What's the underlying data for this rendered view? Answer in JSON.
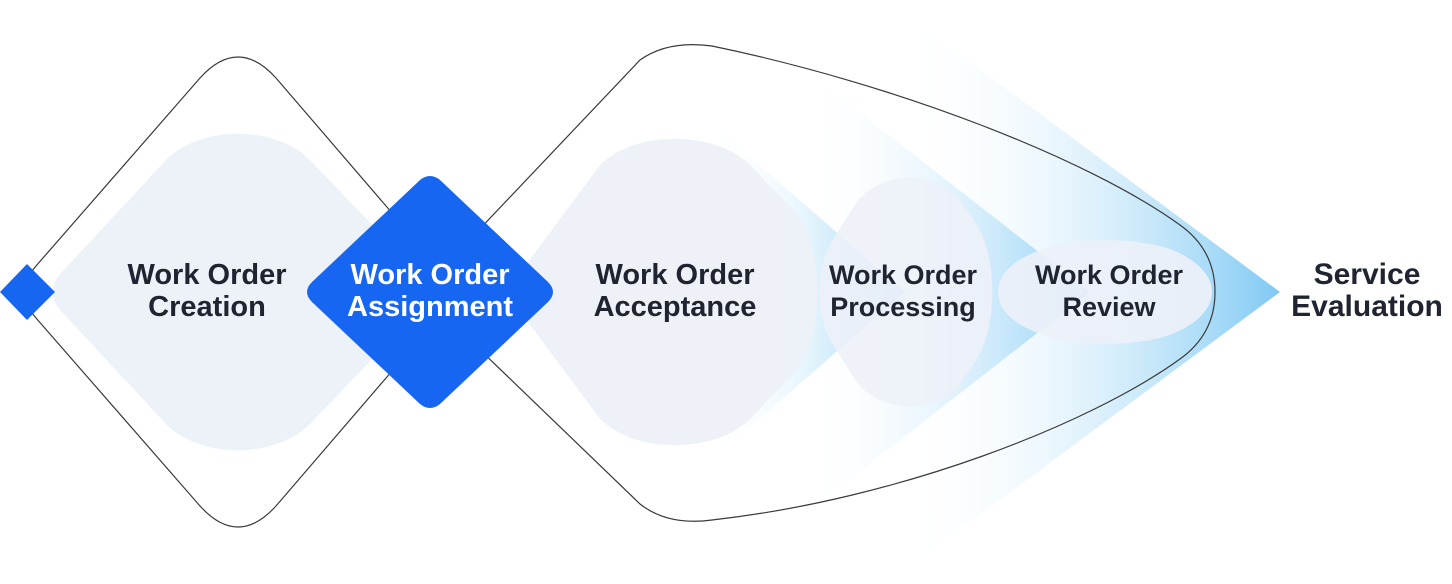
{
  "diagram": {
    "stages": [
      {
        "line1": "Work Order",
        "line2": "Creation"
      },
      {
        "line1": "Work Order",
        "line2": "Assignment"
      },
      {
        "line1": "Work Order",
        "line2": "Acceptance"
      },
      {
        "line1": "Work Order",
        "line2": "Processing"
      },
      {
        "line1": "Work Order",
        "line2": "Review"
      },
      {
        "line1": "Service",
        "line2": "Evaluation"
      }
    ],
    "colors": {
      "accent": "#1766f2",
      "soft_fill": "#edf1f8",
      "outline": "#3a3a3a",
      "gradient_light": "#ffffff",
      "gradient_dark": "#8fd0f6",
      "text_dark": "#1f2430",
      "text_on_accent": "#ffffff"
    }
  }
}
